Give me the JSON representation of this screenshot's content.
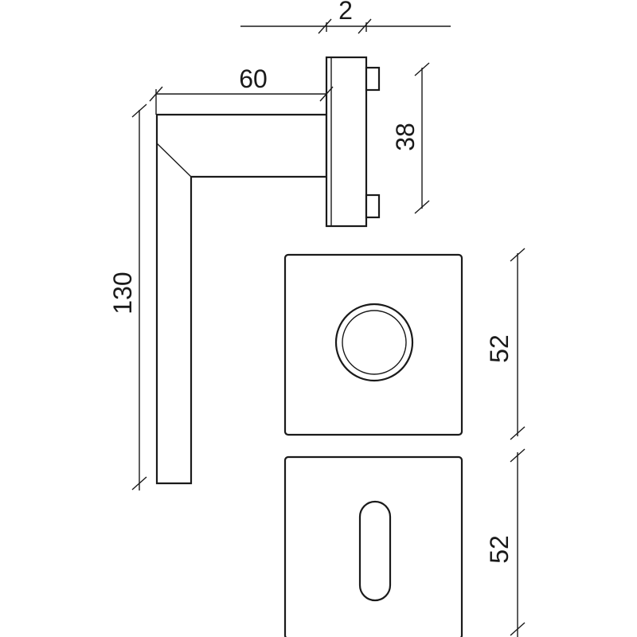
{
  "dimensions": {
    "rose_projection": "2",
    "lever_length": "60",
    "spindle_spacing": "38",
    "lever_height": "130",
    "rose_size": "52",
    "escutcheon_size": "52"
  },
  "colors": {
    "line": "#1a1a1a",
    "background": "#ffffff"
  }
}
